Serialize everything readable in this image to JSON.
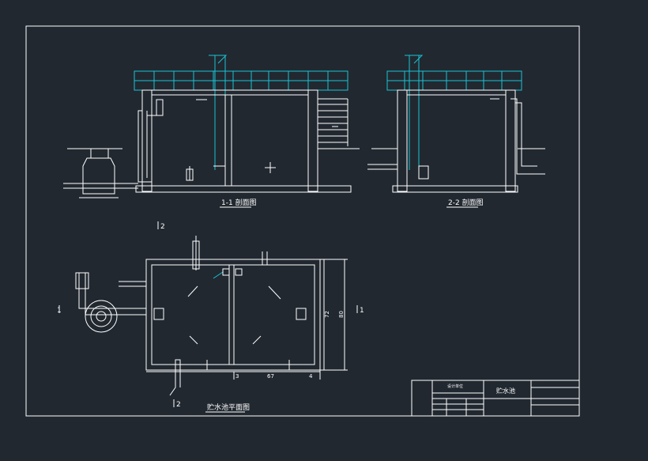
{
  "drawing": {
    "section_1_title": "1-1 剖面图",
    "section_2_title": "2-2 剖面图",
    "plan_title": "贮水池平面图",
    "marker_1": "1",
    "marker_2": "2",
    "dim_width": "67",
    "dim_height": "72",
    "dim_outer": "80",
    "dim_left": "3",
    "dim_right": "4"
  },
  "title_block": {
    "cell_label": "贮水池",
    "cell_small": "设计单位"
  },
  "colors": {
    "background": "#212830",
    "line": "#ffffff",
    "cyan": "#19c3d3"
  }
}
